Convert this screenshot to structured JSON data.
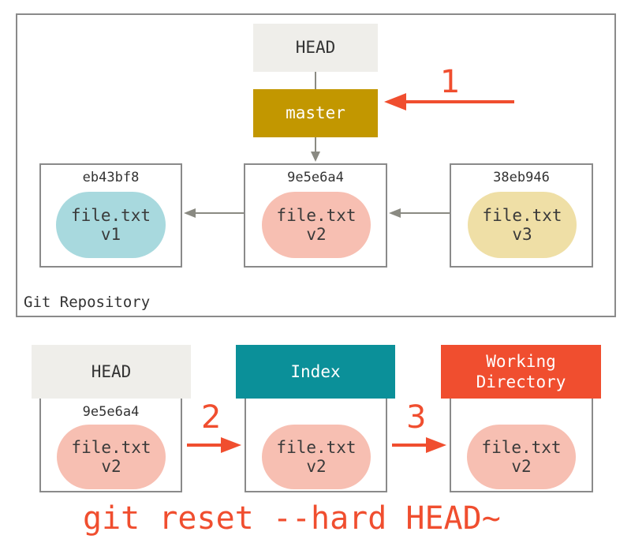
{
  "colors": {
    "head_bg": "#efeeea",
    "master_bg": "#c29700",
    "index_bg": "#0b9099",
    "working_bg": "#f04e2f",
    "blob_v1": "#a8d9de",
    "blob_v2": "#f7bfb2",
    "blob_v3": "#efdfa6",
    "accent_red": "#f04e2f",
    "arrow_gray": "#8a8a82"
  },
  "repository": {
    "label": "Git Repository",
    "head_label": "HEAD",
    "branch_label": "master",
    "step_number": "1",
    "commits": [
      {
        "hash": "eb43bf8",
        "file": "file.txt",
        "version": "v1"
      },
      {
        "hash": "9e5e6a4",
        "file": "file.txt",
        "version": "v2"
      },
      {
        "hash": "38eb946",
        "file": "file.txt",
        "version": "v3"
      }
    ]
  },
  "areas": {
    "head": {
      "title": "HEAD",
      "hash": "9e5e6a4",
      "file": "file.txt",
      "version": "v2"
    },
    "index": {
      "title": "Index",
      "file": "file.txt",
      "version": "v2"
    },
    "working": {
      "title_line1": "Working",
      "title_line2": "Directory",
      "file": "file.txt",
      "version": "v2"
    },
    "step2": "2",
    "step3": "3"
  },
  "command": "git reset --hard HEAD~"
}
